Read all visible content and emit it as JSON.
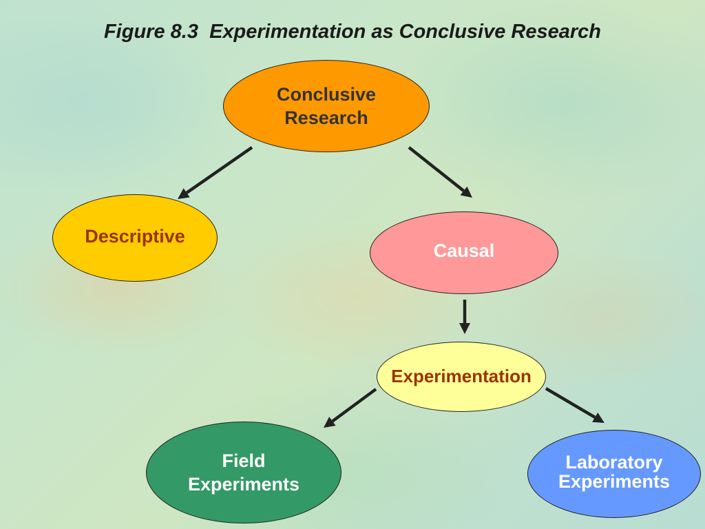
{
  "title": "Figure 8.3  Experimentation as Conclusive Research",
  "colors": {
    "conclusive": "#ff9900",
    "descriptive": "#ffcc00",
    "causal": "#ff9999",
    "experimentation": "#ffff99",
    "field": "#339966",
    "laboratory": "#6699ff",
    "arrow": "#222222"
  },
  "nodes": {
    "conclusive": {
      "line1": "Conclusive",
      "line2": "Research"
    },
    "descriptive": {
      "label": "Descriptive"
    },
    "causal": {
      "label": "Causal"
    },
    "experimentation": {
      "label": "Experimentation"
    },
    "field": {
      "line1": "Field",
      "line2": "Experiments"
    },
    "laboratory": {
      "line1": "Laboratory",
      "line2": "Experiments"
    }
  },
  "edges": [
    {
      "from": "conclusive",
      "to": "descriptive"
    },
    {
      "from": "conclusive",
      "to": "causal"
    },
    {
      "from": "causal",
      "to": "experimentation"
    },
    {
      "from": "experimentation",
      "to": "field"
    },
    {
      "from": "experimentation",
      "to": "laboratory"
    }
  ]
}
